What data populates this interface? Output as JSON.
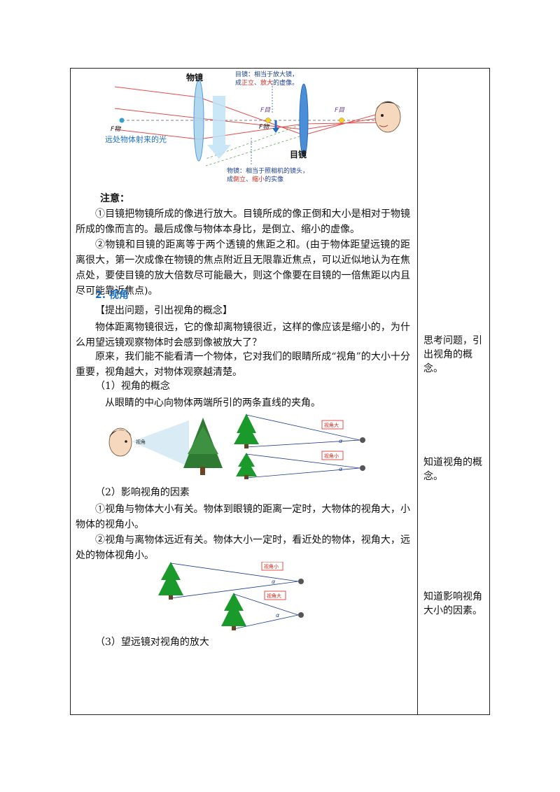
{
  "telescope_fig": {
    "objective_label": "物镜",
    "eyepiece_label": "目镜",
    "top_note_line1": "目镜：相当于放大镜，",
    "top_note_line2_a": "成",
    "top_note_line2_b": "正立",
    "top_note_line2_c": "、",
    "top_note_line2_d": "放大",
    "top_note_line2_e": "的虚像。",
    "bottom_note_line1": "物镜：相当于照相机的镜头，",
    "bottom_note_line2_a": "成",
    "bottom_note_line2_b": "倒立",
    "bottom_note_line2_c": "、",
    "bottom_note_line2_d": "缩小",
    "bottom_note_line2_e": "的实像",
    "f_obj_left": "F物",
    "f_eye_1": "F目",
    "f_obj_mid": "F物",
    "f_eye_2": "F目",
    "far_light_label": "远处物体射来的光",
    "colors": {
      "note_blue": "#1d3f8f",
      "note_red": "#d9261c",
      "ray_red": "#e84a4a",
      "lens_blue": "#4a8ed8",
      "label_blue": "#1a6fc4"
    }
  },
  "notes": {
    "title": "注意：",
    "p1": "①目镜把物镜所成的像进行放大。目镜所成的像正倒和大小是相对于物镜所成的像而言的。最后成像与物体本身比，是倒立、缩小的虚像。",
    "p2": "②物镜和目镜的距离等于两个透镜的焦距之和。(由于物体距望远镜的距离很大，第一次成像在物镜的焦点附近且无限靠近焦点，可以近似地认为在焦点处，要使目镜的放大倍数尽可能最大，则这个像要在目镜的一倍焦距以内且尽可能靠近焦点)。"
  },
  "section2": {
    "title": "2. 视角",
    "subhead": "【提出问题，引出视角的概念】",
    "p1": "物体距离物镜很远，它的像却离物镜很近，这样的像应该是缩小的，为什么用望远镜观察物体时会感到像被放大了？",
    "p2": "原来，我们能不能看清一个物体，它对我们的眼睛所成“视角”的大小十分重要，视角越大，对物体观察越清楚。",
    "item1_title": "（1）视角的概念",
    "item1_text": "从眼睛的中心向物体两端所引的两条直线的夹角。",
    "item2_title": "（2）影响视角的因素",
    "item2_p1": "①视角与物体大小有关。物体到眼镜的距离一定时，大物体的视角大，小物体的视角小。",
    "item2_p2": "②视角与离物体远近有关。物体大小一定时，看近处的物体，视角大，远处的物体视角小。",
    "item3_title": "（3）望远镜对视角的放大"
  },
  "fig_view_concept": {
    "eye_label": "视角",
    "big_label": "视角大",
    "small_label": "视角小",
    "alpha": "α"
  },
  "fig_distance": {
    "small_label": "视角小",
    "big_label": "视角大",
    "alpha": "α"
  },
  "side_notes": {
    "n1": "思考问题，引出视角的概念。",
    "n2": "知道视角的概念。",
    "n3": "知道影响视角大小的因素。"
  }
}
